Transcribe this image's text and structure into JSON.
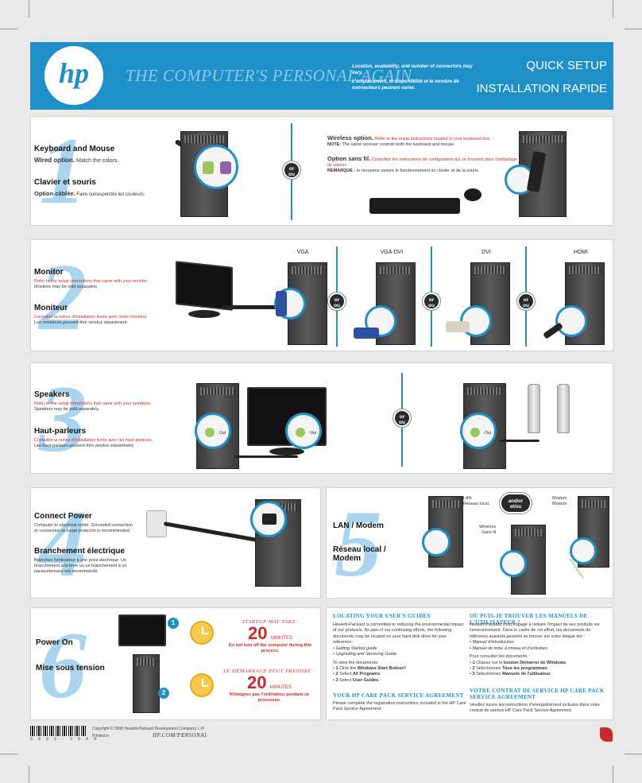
{
  "header": {
    "logo": "hp",
    "tagline": "THE COMPUTER'S PERSONAL AGAIN.",
    "availability_en": "Location, availability, and number of connectors may vary.",
    "availability_fr": "L'emplacement, la disponibilité et le nombre de connecteurs peuvent varier.",
    "title_en": "QUICK SETUP",
    "title_fr": "INSTALLATION RAPIDE"
  },
  "or_badge": {
    "top": "or",
    "bottom": "ou"
  },
  "or_badge_and": {
    "top": "and/or",
    "bottom": "et/ou"
  },
  "step1": {
    "number": "1",
    "title_en": "Keyboard and Mouse",
    "wired_label": "Wired option.",
    "wired_text": "Match the colors.",
    "title_fr": "Clavier et souris",
    "wired_label_fr": "Option câblée.",
    "wired_text_fr": "Faire correspondre les couleurs.",
    "wireless_label": "Wireless option.",
    "wireless_text": "Refer to the setup instructions located in your keyboard box.",
    "note_label": "NOTE:",
    "note_text": "The same receiver controls both the keyboard and mouse.",
    "wireless_label_fr": "Option sans fil.",
    "wireless_text_fr": "Consultez les instructions de configuration qui se trouvent dans l'emballage du clavier.",
    "note_label_fr": "REMARQUE :",
    "note_text_fr": "le récepteur assure le fonctionnement du clavier et de la souris."
  },
  "step2": {
    "number": "2",
    "title_en": "Monitor",
    "text_en_red": "Refer to the setup instructions that came with your monitor.",
    "text_en": "Monitors may be sold separately.",
    "title_fr": "Moniteur",
    "text_fr_red": "Consulter la notice d'installation livrée avec votre moniteur.",
    "text_fr": "Les moniteurs peuvent être vendus séparément.",
    "columns": [
      "VGA",
      "VGA-DVI",
      "DVI",
      "HDMI"
    ]
  },
  "step3": {
    "number": "3",
    "title_en": "Speakers",
    "text_en_red": "Refer to the setup instructions that came with your speakers.",
    "text_en": "Speakers may be sold separately.",
    "title_fr": "Haut-parleurs",
    "text_fr_red": "Consulter la notice d'installation livrée avec les haut-parleurs.",
    "text_fr": "Les haut-parleurs peuvent être vendus séparément.",
    "port_label": "Out"
  },
  "step4": {
    "number": "4",
    "title_en": "Connect Power",
    "text_en": "Computer to electrical outlet. Grounded connection or connection to surge protector is recommended.",
    "title_fr": "Branchement électrique",
    "text_fr": "Branchez l'ordinateur à une prise électrique. Un branchement à la terre ou un branchement à un parasurtenseur est recommandé."
  },
  "step5": {
    "number": "5",
    "title_en": "LAN / Modem",
    "title_fr": "Réseau local / Modem",
    "lan_en": "LAN",
    "lan_fr": "Réseau local",
    "modem_en": "Modem",
    "modem_fr": "Modem",
    "wireless_en": "Wireless",
    "wireless_fr": "Sans fil"
  },
  "step6": {
    "number": "6",
    "title_en": "Power On",
    "title_fr": "Mise sous tension",
    "badge1": "1",
    "badge2": "2",
    "startup_en_head": "STARTUP MAY TAKE:",
    "startup_en_num": "20",
    "startup_en_unit": "MINUTES",
    "startup_en_warn": "Do not turn off the computer during this process.",
    "startup_fr_head": "LE DÉMARRAGE PEUT PRENDRE :",
    "startup_fr_num": "20",
    "startup_fr_unit": "MINUTES",
    "startup_fr_warn": "N'éteignez pas l'ordinateur pendant ce processus."
  },
  "guides": {
    "en_head": "LOCATING YOUR USER'S GUIDES",
    "en_intro": "Hewlett-Packard is committed to reducing the environmental impact of our products. As part of our continuing efforts, the following documents may be located on your hard disk drive for your reference:",
    "en_doc1": "Getting Started guide",
    "en_doc2": "Upgrading and Servicing Guide",
    "en_view": "To view the documents:",
    "en_step1_pre": "Click the ",
    "en_step1_b": "Windows Start Button",
    "en_step1_post": "®.",
    "en_step2_pre": "Select ",
    "en_step2_b": "All Programs",
    "en_step2_post": ".",
    "en_step3_pre": "Select ",
    "en_step3_b": "User Guides",
    "en_step3_post": ".",
    "en_care_head": "YOUR HP CARE PACK SERVICE AGREEMENT",
    "en_care": "Please complete the registration instructions included in the HP Care Pack Service Agreement.",
    "fr_head": "OÙ PUIS-JE TROUVER LES MANUELS DE L'UTILISATEUR ?",
    "fr_intro": "Hewlett-Packard s'est engagé à réduire l'impact de ses produits sur l'environnement. Dans le cadre de cet effort, les documents de référence suivants peuvent se trouver sur votre disque dur :",
    "fr_doc1": "Manuel d'introduction",
    "fr_doc2": "Manuel de mise à niveau et d'entretien",
    "fr_view": "Pour consulter les documents :",
    "fr_step1_pre": "Cliquez sur le ",
    "fr_step1_b": "bouton Démarrer de Windows",
    "fr_step1_post": ".",
    "fr_step2_pre": "Sélectionnez ",
    "fr_step2_b": "Tous les programmes",
    "fr_step2_post": ".",
    "fr_step3_pre": "Sélectionnez ",
    "fr_step3_b": "Manuels de l'utilisateur",
    "fr_step3_post": ".",
    "fr_care_head": "VOTRE CONTRAT DE SERVICE HP CARE PACK SERVICE AGREEMENT",
    "fr_care": "Veuillez suivre les instructions d'enregistrement incluses dans votre contrat de service HP Care Pack Service Agreement.",
    "num1": "1",
    "num2": "2",
    "num3": "3"
  },
  "footer": {
    "copyright": "Copyright © 2008 Hewlett-Packard Development Company, L.P.",
    "printed": "Printed in",
    "url": "HP.COM/PERSONAL",
    "barcode_number": "5 9 9 2 - 2 9 4 %"
  }
}
